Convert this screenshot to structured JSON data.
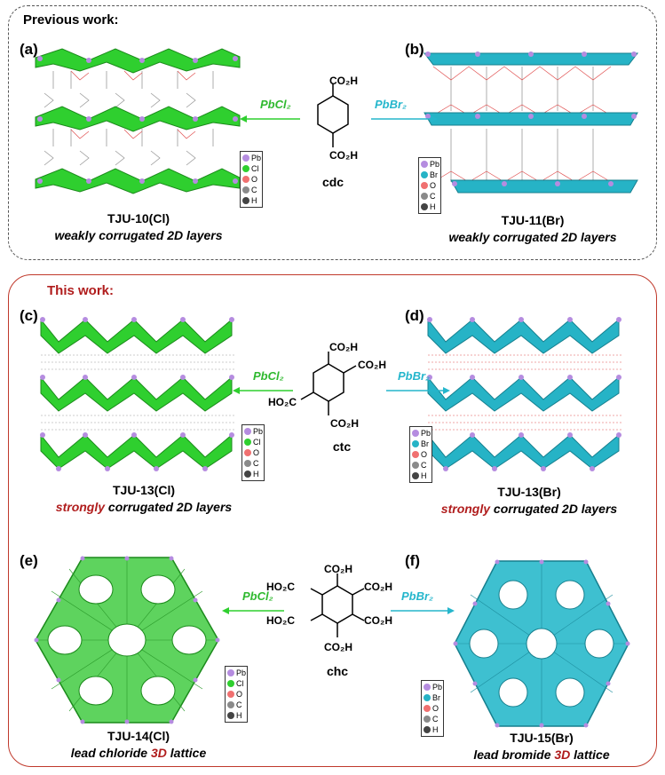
{
  "previous_title": "Previous work:",
  "this_title": "This work:",
  "panels": {
    "a": {
      "label": "(a)",
      "name": "TJU-10(Cl)",
      "desc": "weakly corrugated 2D layers"
    },
    "b": {
      "label": "(b)",
      "name": "TJU-11(Br)",
      "desc": "weakly corrugated 2D layers"
    },
    "c": {
      "label": "(c)",
      "name": "TJU-13(Cl)",
      "desc_hl": "strongly",
      "desc_rest": " corrugated 2D layers"
    },
    "d": {
      "label": "(d)",
      "name": "TJU-13(Br)",
      "desc_hl": "strongly",
      "desc_rest": " corrugated 2D layers"
    },
    "e": {
      "label": "(e)",
      "name": "TJU-14(Cl)",
      "desc_pre": "lead chloride ",
      "desc_hl": "3D",
      "desc_post": " lattice"
    },
    "f": {
      "label": "(f)",
      "name": "TJU-15(Br)",
      "desc_pre": "lead bromide ",
      "desc_hl": "3D",
      "desc_post": " lattice"
    }
  },
  "ligands": {
    "cdc": "cdc",
    "ctc": "ctc",
    "chc": "chc"
  },
  "groups": {
    "co2h": "CO₂H",
    "ho2c": "HO₂C"
  },
  "reagents": {
    "cl": "PbCl₂",
    "br": "PbBr₂"
  },
  "legend_cl": [
    "Pb",
    "Cl",
    "O",
    "C",
    "H"
  ],
  "legend_br": [
    "Pb",
    "Br",
    "O",
    "C",
    "H"
  ],
  "colors": {
    "chloride": "#2fcf2f",
    "bromide": "#26b3c6",
    "lead": "#b58ce0",
    "oxygen": "#f07070",
    "carbon": "#8a8a8a",
    "hydrogen": "#444444",
    "highlight": "#b01c1c"
  }
}
